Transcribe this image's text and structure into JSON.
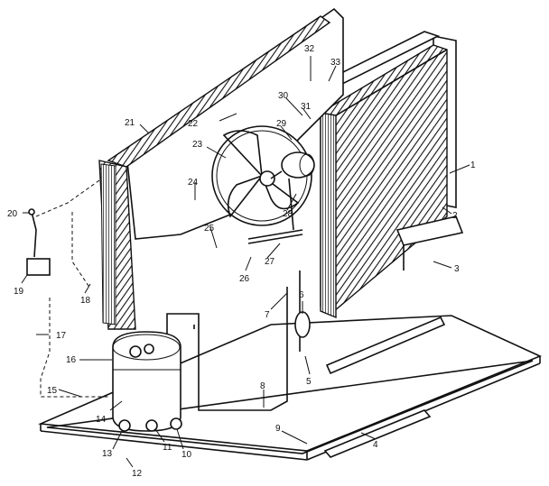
{
  "diagram": {
    "callouts": [
      {
        "id": "c1",
        "text": "1"
      },
      {
        "id": "c2",
        "text": "2"
      },
      {
        "id": "c3",
        "text": "3"
      },
      {
        "id": "c4",
        "text": "4"
      },
      {
        "id": "c5",
        "text": "5"
      },
      {
        "id": "c6",
        "text": "6"
      },
      {
        "id": "c7",
        "text": "7"
      },
      {
        "id": "c8",
        "text": "8"
      },
      {
        "id": "c9",
        "text": "9"
      },
      {
        "id": "c10",
        "text": "10"
      },
      {
        "id": "c11",
        "text": "11"
      },
      {
        "id": "c12",
        "text": "12"
      },
      {
        "id": "c13",
        "text": "13"
      },
      {
        "id": "c14",
        "text": "14"
      },
      {
        "id": "c15",
        "text": "15"
      },
      {
        "id": "c16",
        "text": "16"
      },
      {
        "id": "c17",
        "text": "17"
      },
      {
        "id": "c18",
        "text": "18"
      },
      {
        "id": "c19",
        "text": "19"
      },
      {
        "id": "c20",
        "text": "20"
      },
      {
        "id": "c21",
        "text": "21"
      },
      {
        "id": "c22",
        "text": "22"
      },
      {
        "id": "c23",
        "text": "23"
      },
      {
        "id": "c24",
        "text": "24"
      },
      {
        "id": "c25",
        "text": "25"
      },
      {
        "id": "c26",
        "text": "26"
      },
      {
        "id": "c27",
        "text": "27"
      },
      {
        "id": "c28",
        "text": "28"
      },
      {
        "id": "c29",
        "text": "29"
      },
      {
        "id": "c30",
        "text": "30"
      },
      {
        "id": "c31",
        "text": "31"
      },
      {
        "id": "c32",
        "text": "32"
      },
      {
        "id": "c33",
        "text": "33"
      }
    ]
  }
}
